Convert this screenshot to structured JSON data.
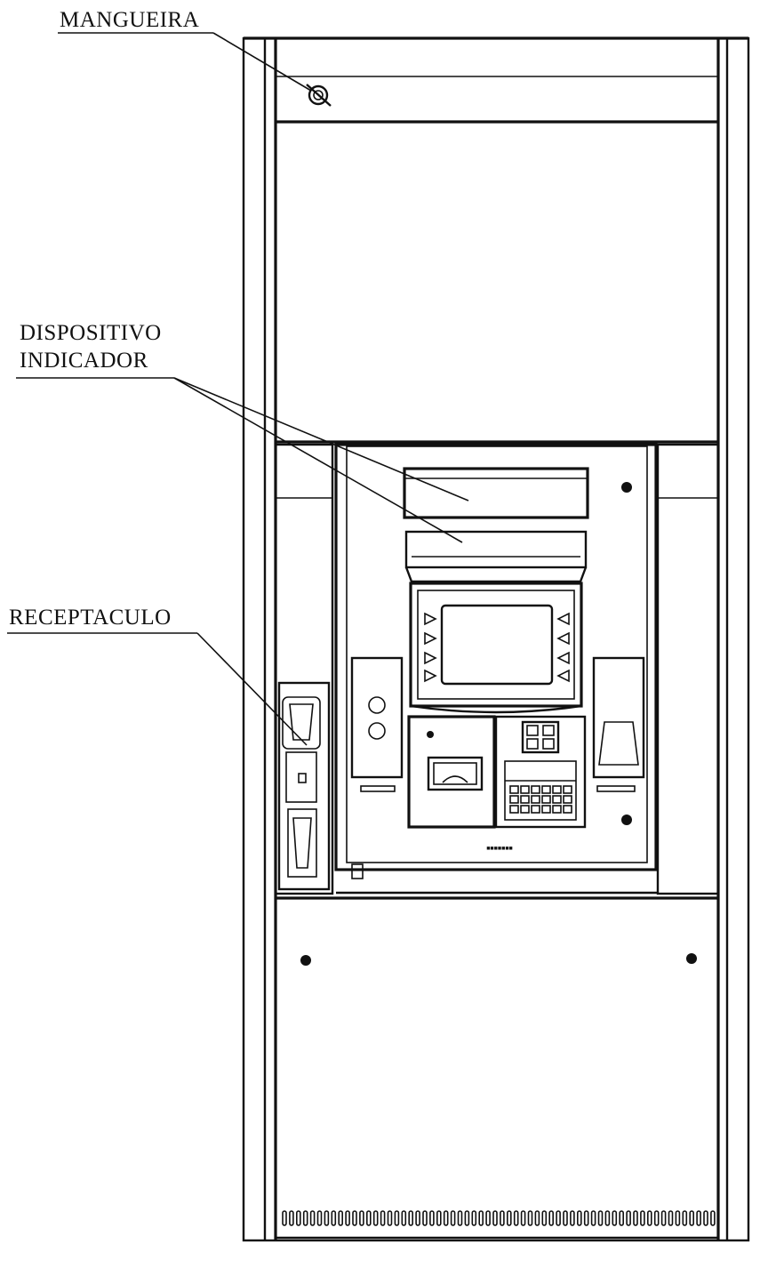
{
  "labels": {
    "hose": "MANGUEIRA",
    "display_line1": "DISPOSITIVO",
    "display_line2": "INDICADOR",
    "receptacle": "RECEPTACULO"
  },
  "colors": {
    "ink": "#111111",
    "paper": "#ffffff"
  }
}
